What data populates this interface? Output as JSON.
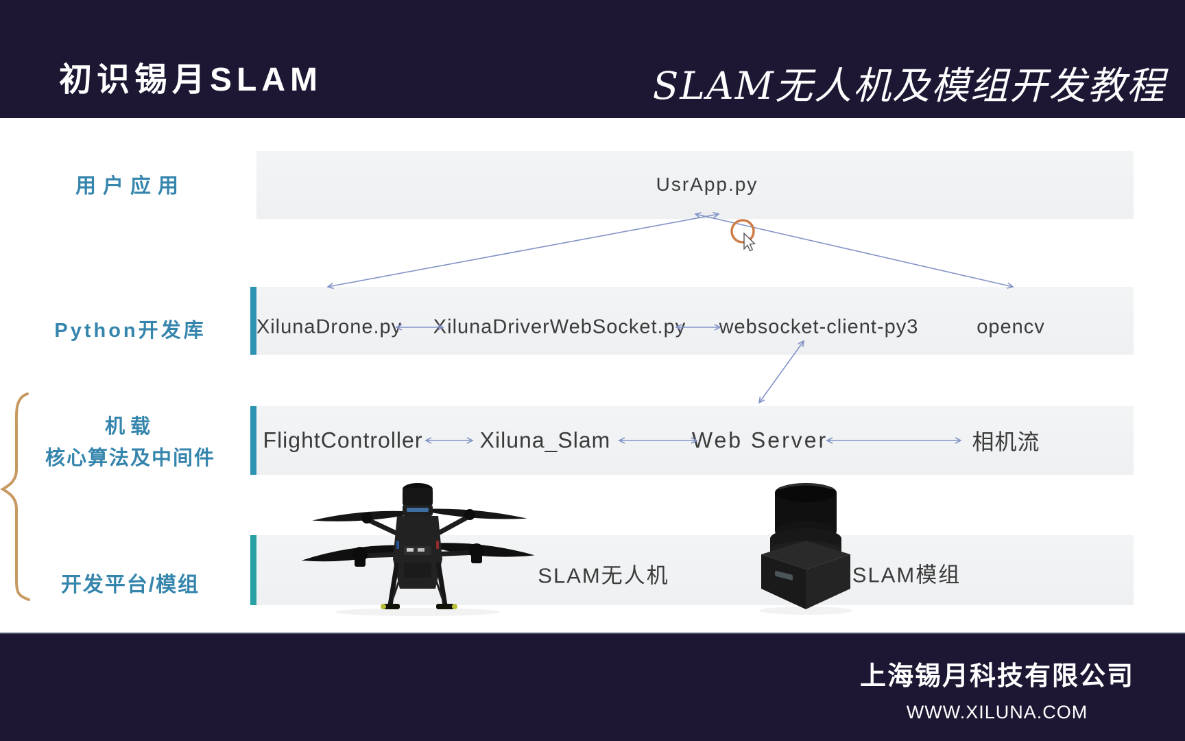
{
  "header": {
    "page_title": "初识锡月SLAM",
    "course_title": "SLAM无人机及模组开发教程"
  },
  "diagram": {
    "layers": [
      {
        "label": "用户应用",
        "items": [
          "UsrApp.py"
        ]
      },
      {
        "label": "Python开发库",
        "items": [
          "XilunaDrone.py",
          "XilunaDriverWebSocket.py",
          "websocket-client-py3",
          "opencv"
        ]
      },
      {
        "label_line1": "机载",
        "label_line2": "核心算法及中间件",
        "items": [
          "FlightController",
          "Xiluna_Slam",
          "Web Server",
          "相机流"
        ]
      },
      {
        "label": "开发平台/模组",
        "items": [
          "SLAM无人机",
          "SLAM模组"
        ]
      }
    ]
  },
  "footer": {
    "company": "上海锡月科技有限公司",
    "website": "WWW.XILUNA.COM"
  },
  "colors": {
    "navy": "#1d1734",
    "label_teal": "#3585ad",
    "accent_bar_blue": "#2e93b0",
    "accent_bar_teal": "#27a1a4",
    "band_gray": "#f1f2f3",
    "arrow_blue": "#8293c7",
    "brace_orange": "#c79a62",
    "highlight_ring_orange": "#cd7d45"
  }
}
